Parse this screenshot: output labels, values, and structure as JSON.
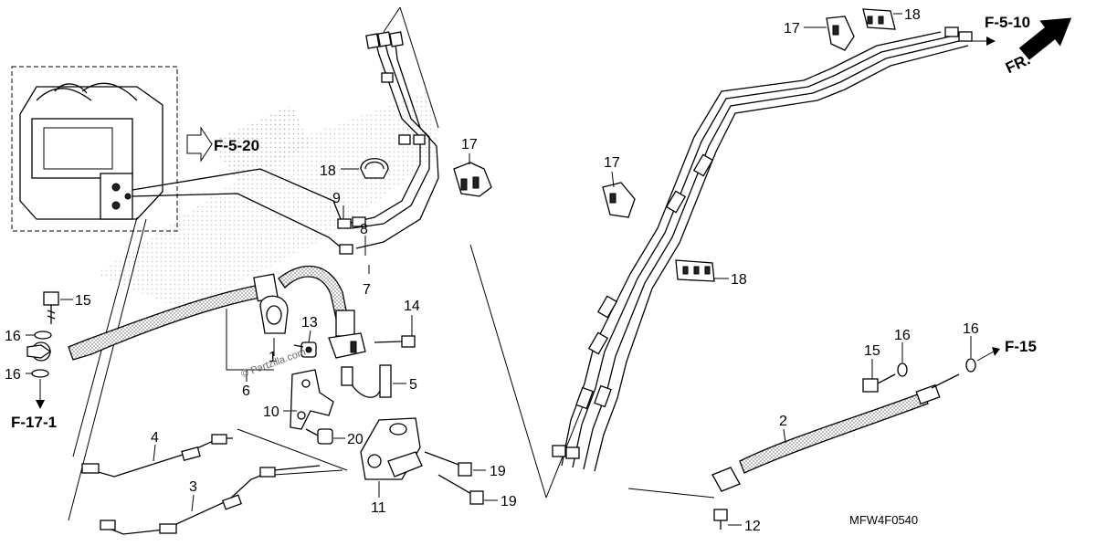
{
  "labels": {
    "n1": "1",
    "n2": "2",
    "n3": "3",
    "n4": "4",
    "n5": "5",
    "n6": "6",
    "n7": "7",
    "n8": "8",
    "n9": "9",
    "n10": "10",
    "n11": "11",
    "n12": "12",
    "n13": "13",
    "n14": "14",
    "n15a": "15",
    "n15b": "15",
    "n16a": "16",
    "n16b": "16",
    "n16c": "16",
    "n16d": "16",
    "n17a": "17",
    "n17b": "17",
    "n17c": "17",
    "n18a": "18",
    "n18b": "18",
    "n18c": "18",
    "n19a": "19",
    "n19b": "19",
    "n20": "20"
  },
  "references": {
    "f520": "F-5-20",
    "f510": "F-5-10",
    "f15": "F-15",
    "f171": "F-17-1",
    "fr": "FR."
  },
  "diagram_code": "MFW4F0540",
  "watermark": "© Partzilla.com"
}
